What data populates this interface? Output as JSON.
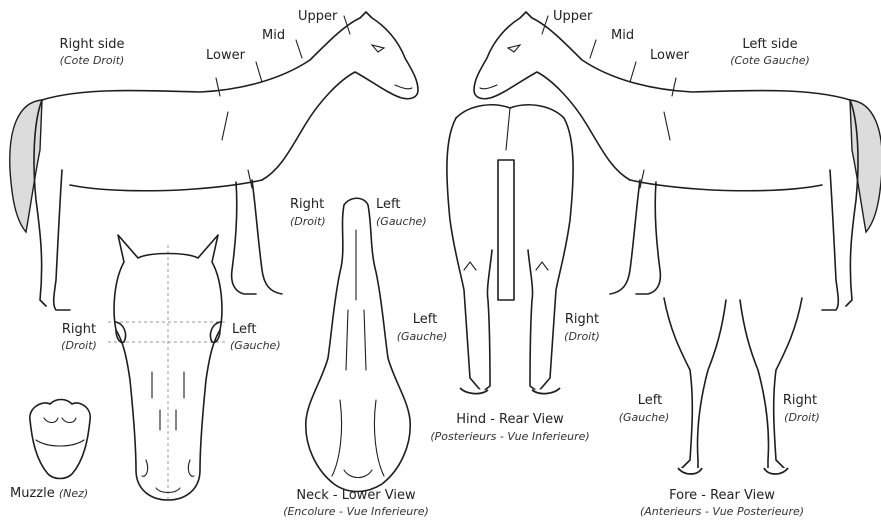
{
  "labels": {
    "right_side": "Right side",
    "right_side_sub": "(Cote Droit)",
    "left_side": "Left side",
    "left_side_sub": "(Cote Gauche)",
    "upper": "Upper",
    "mid": "Mid",
    "lower": "Lower",
    "head_right": "Right",
    "head_right_sub": "(Droit)",
    "head_left": "Left",
    "head_left_sub": "(Gauche)",
    "neck_right": "Right",
    "neck_right_sub": "(Droit)",
    "neck_left": "Left",
    "neck_left_sub": "(Gauche)",
    "hind_left": "Left",
    "hind_left_sub": "(Gauche)",
    "hind_right": "Right",
    "hind_right_sub": "(Droit)",
    "fore_left": "Left",
    "fore_left_sub": "(Gauche)",
    "fore_right": "Right",
    "fore_right_sub": "(Droit)",
    "muzzle": "Muzzle",
    "muzzle_sub": "(Nez)",
    "neck_view": "Neck - Lower View",
    "neck_view_sub": "(Encolure - Vue Inferieure)",
    "hind_view": "Hind - Rear View",
    "hind_view_sub": "(Posterieurs - Vue Inferieure)",
    "fore_view": "Fore - Rear View",
    "fore_view_sub": "(Anterieurs - Vue Posterieure)"
  }
}
